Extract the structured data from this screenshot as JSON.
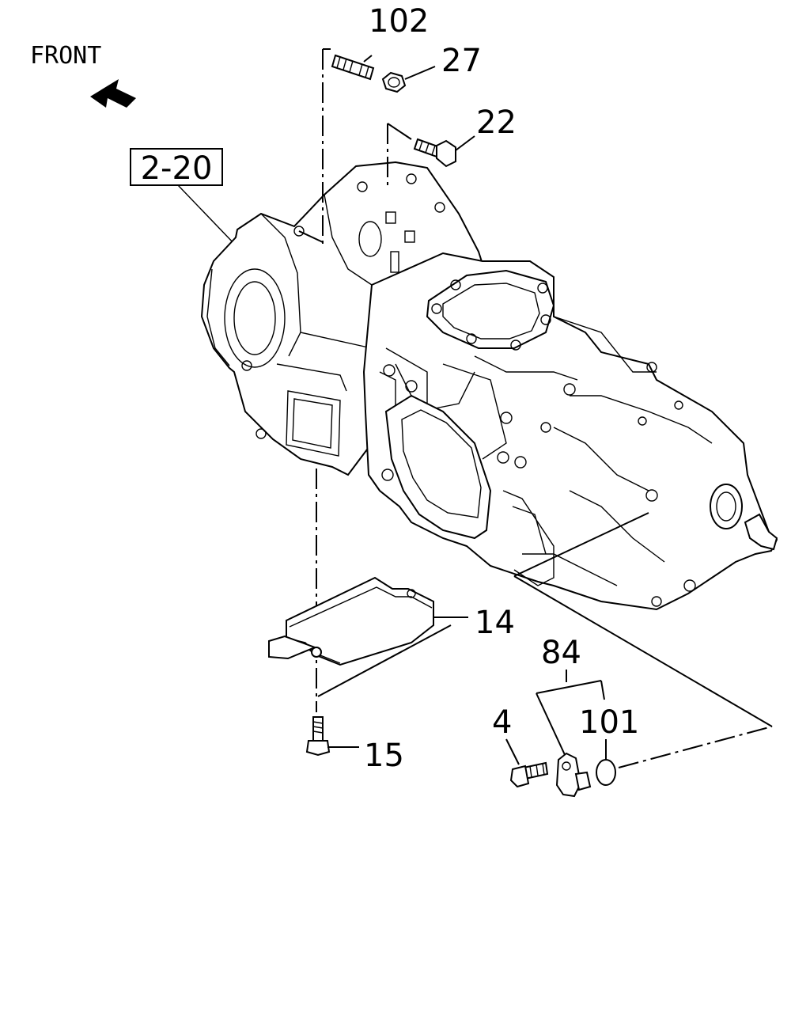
{
  "front_label": "FRONT",
  "reference_box": "2-20",
  "callouts": {
    "c102": "102",
    "c27": "27",
    "c22": "22",
    "c14": "14",
    "c84": "84",
    "c4": "4",
    "c101": "101",
    "c15": "15"
  },
  "icons": {
    "front_arrow": "arrow-upper-left-icon"
  }
}
